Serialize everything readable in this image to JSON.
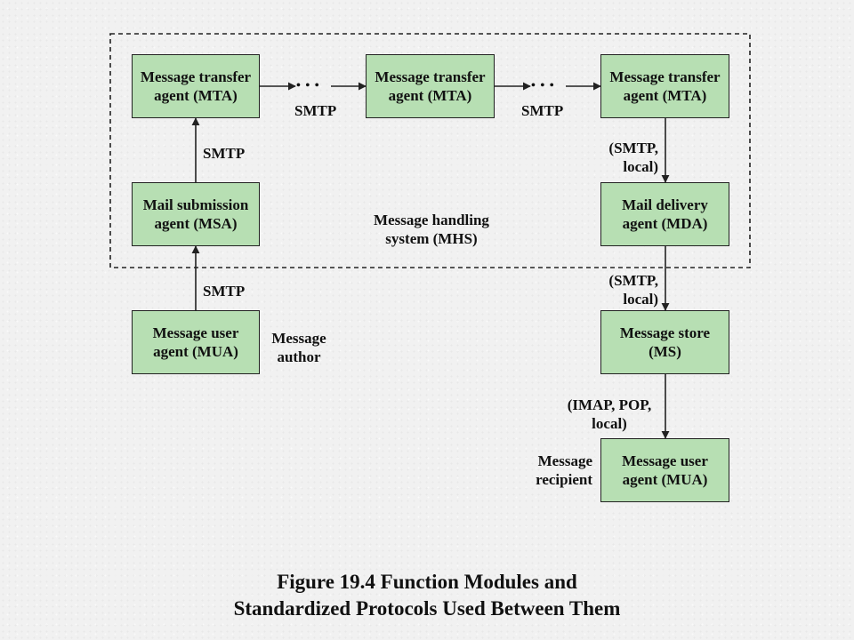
{
  "diagram": {
    "mhs_label": [
      "Message handling",
      "system (MHS)"
    ],
    "boxes": {
      "mta1": [
        "Message transfer",
        "agent (MTA)"
      ],
      "mta2": [
        "Message transfer",
        "agent (MTA)"
      ],
      "mta3": [
        "Message transfer",
        "agent (MTA)"
      ],
      "msa": [
        "Mail submission",
        "agent (MSA)"
      ],
      "mda": [
        "Mail delivery",
        "agent (MDA)"
      ],
      "mua_sender": [
        "Message user",
        "agent (MUA)"
      ],
      "ms": [
        "Message store",
        "(MS)"
      ],
      "mua_recipient": [
        "Message user",
        "agent (MUA)"
      ]
    },
    "protocol_labels": {
      "mta1_mta2": "SMTP",
      "mta2_mta3": "SMTP",
      "msa_mta1": "SMTP",
      "mua_msa": "SMTP",
      "mta3_mda": [
        "(SMTP,",
        "local)"
      ],
      "mda_ms": [
        "(SMTP,",
        "local)"
      ],
      "ms_mua": [
        "(IMAP, POP,",
        "local)"
      ]
    },
    "role_labels": {
      "author": [
        "Message",
        "author"
      ],
      "recipient": [
        "Message",
        "recipient"
      ]
    },
    "ellipsis": "• • •"
  },
  "caption": [
    "Figure 19.4  Function Modules and",
    "Standardized Protocols Used Between Them"
  ],
  "colors": {
    "box_fill": "#b7dfb3",
    "stroke": "#222222",
    "background": "#f1f1f1"
  }
}
